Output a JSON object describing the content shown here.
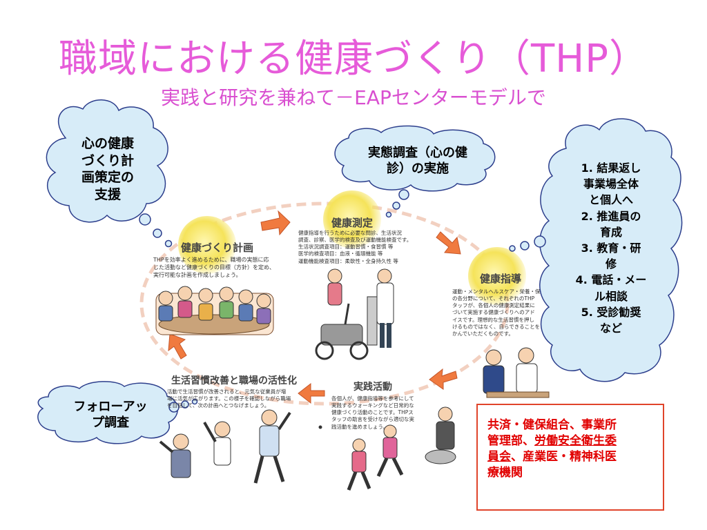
{
  "slide": {
    "title": "職域における健康づくり（THP）",
    "subtitle": "実践と研究を兼ねて－EAPセンターモデルで"
  },
  "clouds": {
    "plan_support": [
      "心の健康",
      "づくり計",
      "画策定の",
      "支援"
    ],
    "survey": [
      "実態調査（心の健",
      "診）の実施"
    ],
    "followup": [
      "フォローアッ",
      "プ調査"
    ],
    "services": [
      "1. 結果返し",
      "事業場全体",
      "と個人へ",
      "2. 推進員の",
      "育成",
      "3. 教育・研",
      "修",
      "4. 電話・メー",
      "ル相談",
      "5. 受診勧奨",
      "など"
    ]
  },
  "stages": {
    "plan": {
      "title": "健康づくり計画",
      "desc": [
        "THPを効率よく進めるために、職場の実態に応",
        "じた活動など健康づくりの目標（方針）を定め、",
        "実行可能な計画を作成しましょう。"
      ]
    },
    "measure": {
      "title": "健康測定",
      "desc": [
        "健康指導を行うために必要な問診、生活状況",
        "調査、診察、医学的検査及び運動機能検査です。",
        "生活状況調査項目：運動習慣・食習慣 等",
        "医学的検査項目：血液・循環機能 等",
        "運動機能検査項目：柔軟性・全身持久性 等"
      ]
    },
    "guidance": {
      "title": "健康指導",
      "desc": [
        "運動・メンタルヘルスケア・栄養・保",
        "の各分野について、それぞれのTHP",
        "タッフが、各個人の健康測定結果に",
        "づいて実施する健康づくりへのアド",
        "イスです。理想的な生活習慣を押し",
        "けるものではなく、自らできることを",
        "かんでいただくものです。"
      ]
    },
    "practice": {
      "title": "実践活動",
      "desc": [
        "各個人が、健康指導等を参考にして",
        "実践するウォーキングなど日常的な",
        "健康づくり活動のことです。THPス",
        "タッフの助言を受けながら適切な実",
        "践活動を進めましょう。"
      ]
    },
    "improve": {
      "title": "生活習慣改善と職場の活性化",
      "desc": [
        "活動で生活習慣が改善されると、元気な従業員が増",
        "場に活気が広がります。この様子を確認しながら職場",
        "を目指して、次の計画へとつなげましょう。"
      ]
    }
  },
  "organizations": {
    "line1": "共済・健保組合、事業所",
    "line2a": "管理部、",
    "line2b": "労働安全衛生委",
    "line3a": "員会",
    "line3b": "、産業医・精神科医",
    "line4": "療機関"
  },
  "colors": {
    "title": "#e65bd9",
    "cloud_fill": "#d7ecf8",
    "cloud_stroke": "#2c3e8c",
    "arrow": "#f07a3f",
    "org_text": "#e10000",
    "org_border": "#e0442a",
    "badge": "#f5e35a"
  }
}
